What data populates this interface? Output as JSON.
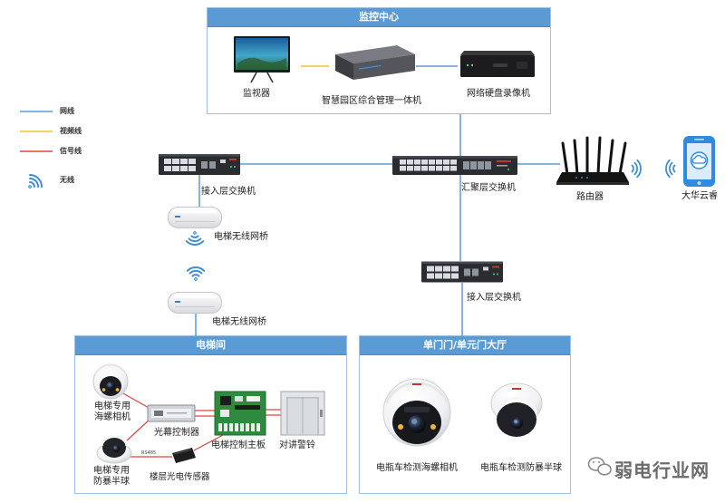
{
  "legend": {
    "network_cable": "网线",
    "video_cable": "视频线",
    "signal_cable": "信号线",
    "wireless": "无线"
  },
  "colors": {
    "network_cable": "#5b9bd5",
    "video_cable": "#f2c12e",
    "signal_cable": "#e0443e",
    "wireless": "#3d8fd6",
    "zone_header": "#5b9bd5"
  },
  "monitoring_center": {
    "title": "监控中心",
    "monitor": "监视器",
    "management_server": "智慧园区综合管理一体机",
    "nvr": "网络硬盘录像机"
  },
  "backbone": {
    "access_switch_left": "接入层交换机",
    "aggregation_switch": "汇聚层交换机",
    "access_switch_center": "接入层交换机",
    "router": "路由器",
    "cloud_app": "大华云睿",
    "bridge_upper": "电梯无线网桥",
    "bridge_lower": "电梯无线网桥"
  },
  "elevator_room": {
    "title": "电梯间",
    "turret_camera": [
      "电梯专用",
      "海螺相机"
    ],
    "dome_camera": [
      "电梯专用",
      "防暴半球"
    ],
    "light_curtain_controller": "光幕控制器",
    "elevator_control_board": "电梯控制主板",
    "intercom_alarm": "对讲警铃",
    "floor_sensor": "楼层光电传感器",
    "rs485_label": "RS485"
  },
  "entrance_hall": {
    "title": "单门门/单元门大厅",
    "turret_camera": "电瓶车检测海螺相机",
    "dome_camera": "电瓶车检测防暴半球"
  },
  "watermark": {
    "text": "弱电行业网",
    "icon": "wechat-icon"
  }
}
